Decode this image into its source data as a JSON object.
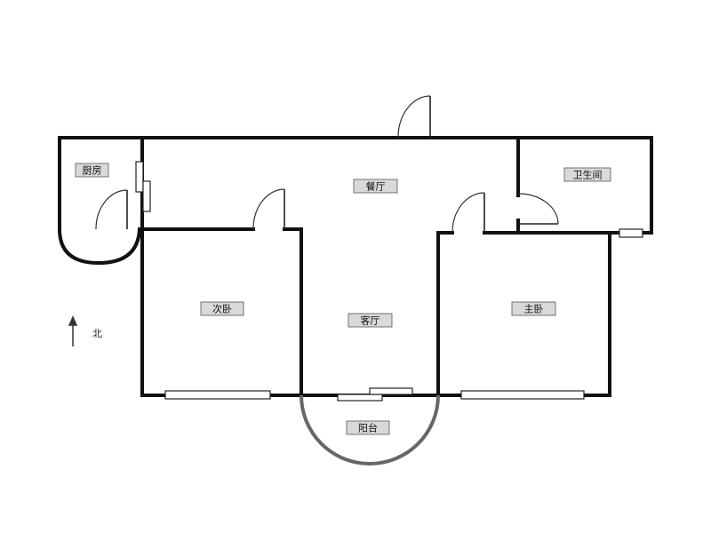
{
  "rooms": {
    "kitchen": "厨房",
    "dining": "餐厅",
    "bathroom": "卫生间",
    "second_bedroom": "次卧",
    "living": "客厅",
    "master_bedroom": "主卧",
    "balcony": "阳台"
  },
  "compass": {
    "north": "北"
  },
  "colors": {
    "wall": "#111111",
    "label_bg": "#d9d9d9",
    "balcony_arc": "#666666"
  }
}
